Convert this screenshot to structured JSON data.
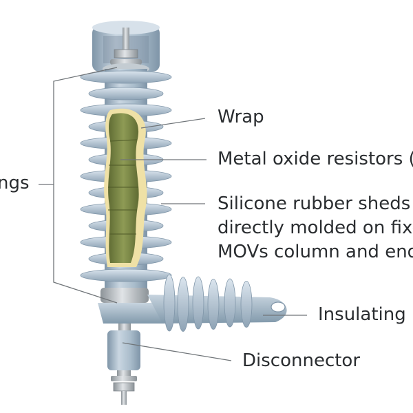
{
  "labels": {
    "end_fittings": "ngs",
    "wrap": "Wrap",
    "resistors": "Metal oxide resistors (",
    "sheds_line1": "Silicone rubber sheds",
    "sheds_line2": "directly molded on fixe",
    "sheds_line3": "MOVs column and end",
    "insulating": "Insulating",
    "disconnector": "Disconnector"
  },
  "colors": {
    "porcelain": "#a9bccb",
    "porcelain_shadow": "#7f95a8",
    "porcelain_highlight": "#dbe5ee",
    "metal": "#b9bec3",
    "wrap": "#efe1a6",
    "resistor": "#7d8a48",
    "leader_line": "#707579",
    "text": "#2a2d30"
  }
}
